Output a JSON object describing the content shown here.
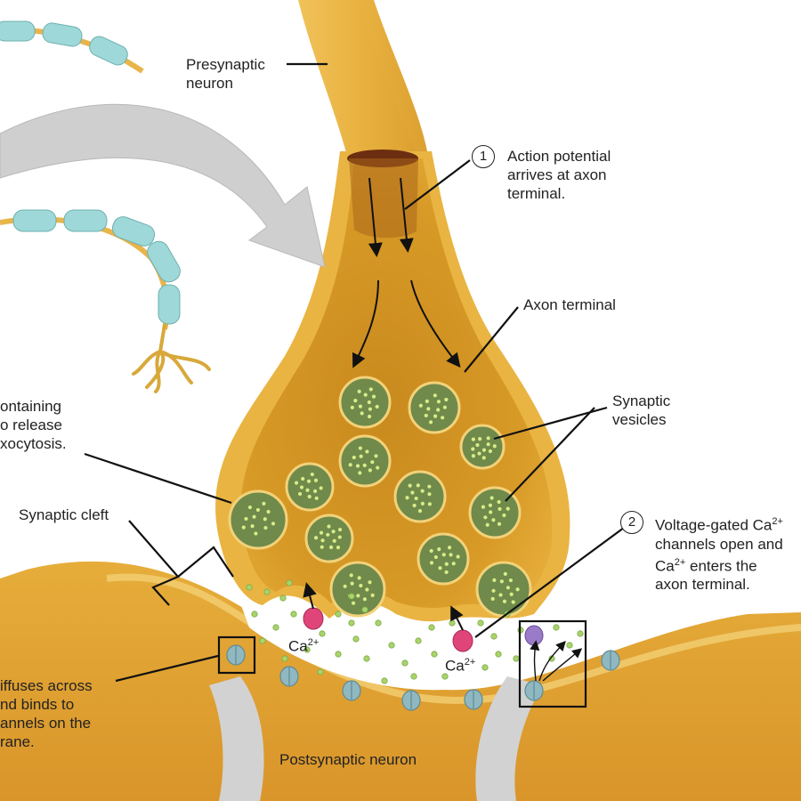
{
  "labels": {
    "presynaptic": [
      "Presynaptic",
      "neuron"
    ],
    "step1": [
      "Action potential",
      "arrives at axon",
      "terminal."
    ],
    "axon_terminal": "Axon terminal",
    "synaptic_vesicles": [
      "Synaptic",
      "vesicles"
    ],
    "containing": [
      "ontaining",
      "o release",
      "xocytosis."
    ],
    "synaptic_cleft": "Synaptic cleft",
    "step2": [
      "Voltage-gated Ca",
      "channels open and",
      "Ca",
      "enters the",
      "axon terminal."
    ],
    "diffuses": [
      "iffuses across",
      "nd binds to",
      "annels on the",
      "rane."
    ],
    "postsynaptic": "Postsynaptic neuron"
  },
  "steps": {
    "one": "1",
    "two": "2"
  },
  "ion": {
    "symbol": "Ca",
    "charge": "2+"
  },
  "colors": {
    "neuron": "#e8b33a",
    "neuron_dark": "#b97c14",
    "vesicle": "#6f8a4a",
    "vesicle_rim": "#f2d27a",
    "myelin": "#9fd8d8",
    "calcium_channel": "#e0457a",
    "receptor": "#8fb8c0",
    "arrow_big": "#cfcfcf"
  }
}
